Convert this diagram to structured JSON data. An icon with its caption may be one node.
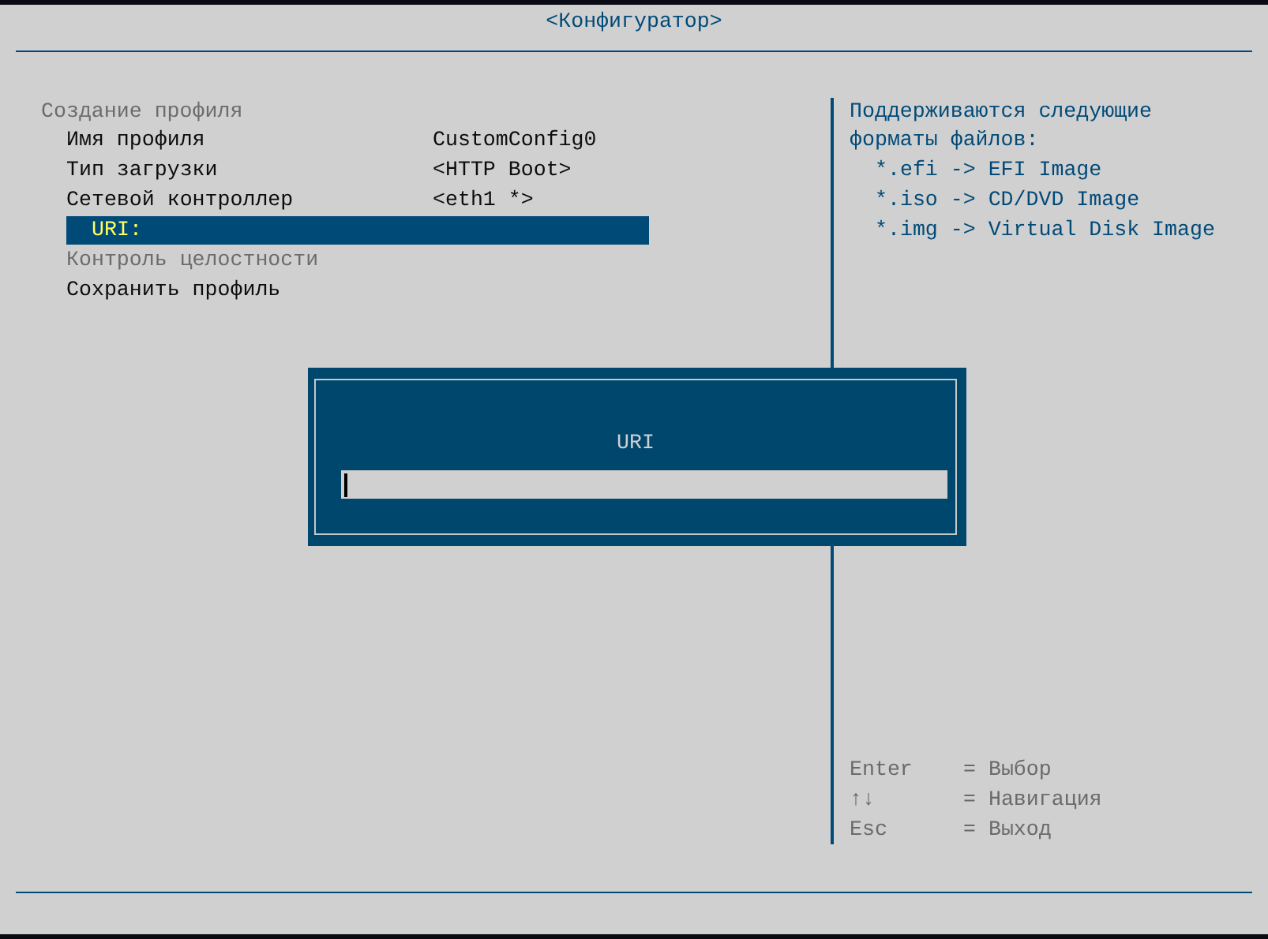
{
  "diagram": {
    "title": "<Конфигуратор>",
    "nodes": [
      {
        "text": [
          "URI"
        ]
      }
    ],
    "edges": [],
    "labels": [
      "Создание профиля",
      "Имя профиля",
      "CustomConfig0",
      "Тип загрузки",
      "<HTTP Boot>",
      "Сетевой контроллер",
      "<eth1 *>",
      "URI:",
      "Контроль целостности",
      "Сохранить профиль",
      "Поддерживаются следующие форматы файлов:",
      "*.efi -> EFI Image",
      "*.iso -> CD/DVD Image",
      "*.img -> Virtual Disk Image",
      "Enter",
      "= Выбор",
      "↑↓",
      "= Навигация",
      "Esc",
      "= Выход"
    ]
  }
}
